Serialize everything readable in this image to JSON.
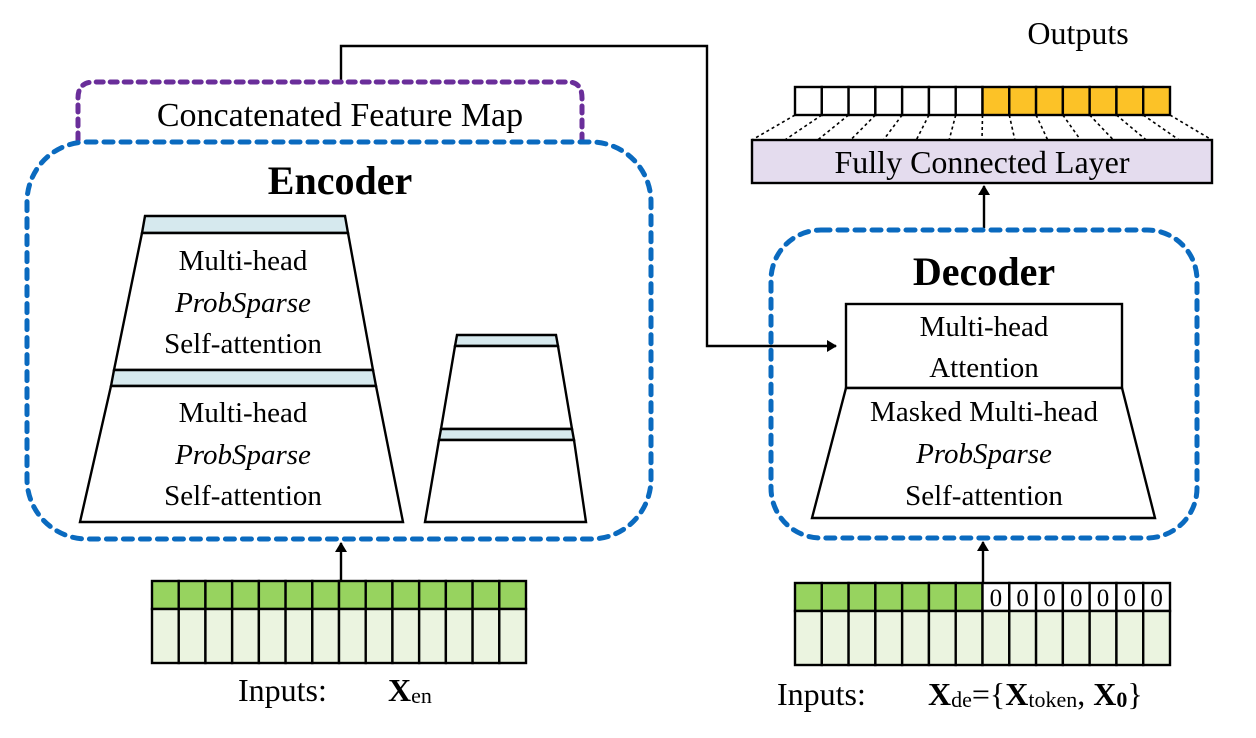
{
  "diagram": {
    "concat_label": "Concatenated Feature Map",
    "encoder": {
      "title": "Encoder",
      "block1": {
        "line1": "Multi-head",
        "line2": "ProbSparse",
        "line3": "Self-attention"
      },
      "block2": {
        "line1": "Multi-head",
        "line2": "ProbSparse",
        "line3": "Self-attention"
      }
    },
    "decoder": {
      "title": "Decoder",
      "cross_attention": {
        "line1": "Multi-head",
        "line2": "Attention"
      },
      "masked": {
        "line1": "Masked Multi-head",
        "line2": "ProbSparse",
        "line3": "Self-attention"
      }
    },
    "fc_layer": "Fully Connected Layer",
    "outputs_label": "Outputs",
    "outputs": {
      "empty_cells": 7,
      "filled_cells": 7
    },
    "encoder_input": {
      "label": "Inputs:",
      "symbol": "X",
      "subscript": "en",
      "cells": 14
    },
    "decoder_input": {
      "label": "Inputs:",
      "symbol": "X",
      "subscript": "de",
      "eq": "={",
      "token_symbol": "X",
      "token_sub": "token",
      "comma": ", ",
      "zero_symbol": "X",
      "zero_sub": "0",
      "close": "}",
      "token_cells": 7,
      "zero_cells": [
        "0",
        "0",
        "0",
        "0",
        "0",
        "0",
        "0"
      ]
    },
    "colors": {
      "encoder_border": "#0a6abf",
      "concat_border": "#6a2e9a",
      "token_green": "#97d35f",
      "embed_light": "#ebf4e0",
      "output_yellow": "#fcc227",
      "fc_fill": "#e4dcee",
      "distil_fill": "#d6e9ee"
    }
  }
}
